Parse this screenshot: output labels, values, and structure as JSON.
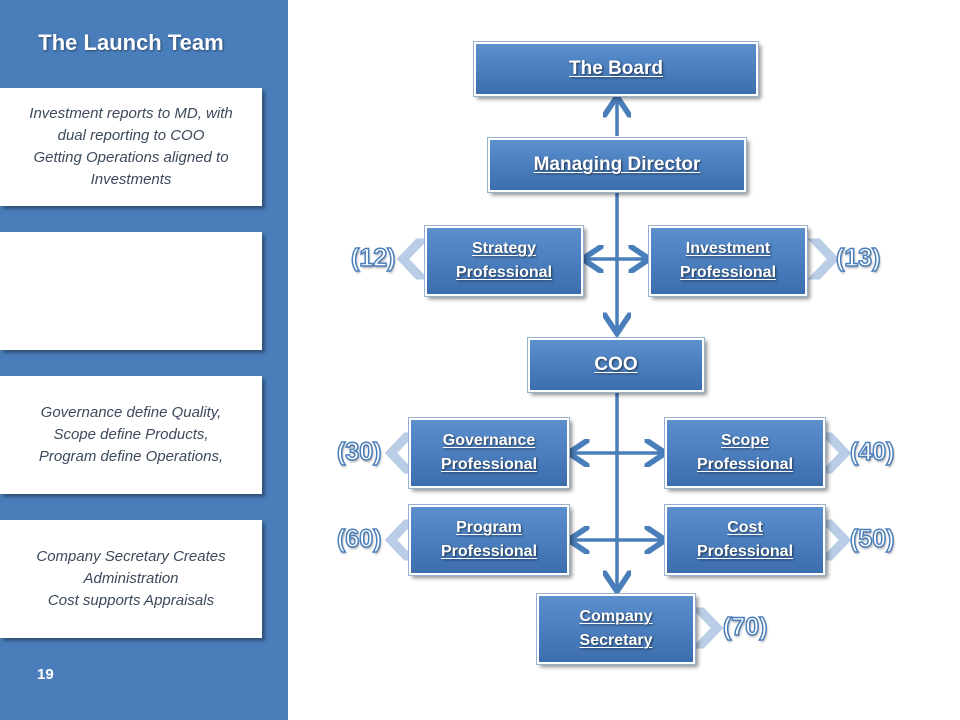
{
  "sidebar": {
    "title": "The Launch Team",
    "cards": [
      {
        "lines": [
          "Investment reports to MD, with",
          "dual reporting to COO",
          "Getting Operations aligned to",
          "Investments"
        ]
      },
      {
        "lines": []
      },
      {
        "lines": [
          "Governance define Quality,",
          "Scope define Products,",
          "Program define Operations,"
        ]
      },
      {
        "lines": [
          "Company Secretary Creates",
          "Administration",
          "Cost supports Appraisals"
        ]
      }
    ],
    "page_number": "19"
  },
  "org_chart": {
    "board": {
      "lines": [
        "The Board"
      ]
    },
    "managing_director": {
      "lines": [
        "Managing Director"
      ]
    },
    "strategy": {
      "lines": [
        "Strategy",
        "Professional"
      ],
      "count": "(12)"
    },
    "investment": {
      "lines": [
        "Investment",
        "Professional"
      ],
      "count": "(13)"
    },
    "coo": {
      "lines": [
        "COO"
      ]
    },
    "governance": {
      "lines": [
        "Governance",
        "Professional"
      ],
      "count": "(30)"
    },
    "scope": {
      "lines": [
        "Scope",
        "Professional"
      ],
      "count": "(40)"
    },
    "program": {
      "lines": [
        "Program",
        "Professional"
      ],
      "count": "(60)"
    },
    "cost": {
      "lines": [
        "Cost",
        "Professional"
      ],
      "count": "(50)"
    },
    "company_secretary": {
      "lines": [
        "Company",
        "Secretary"
      ],
      "count": "(70)"
    }
  },
  "colors": {
    "sidebar_bg": "#4a7ebb",
    "box_fill": "#4a7ebb",
    "arrow": "#4a7ebb",
    "chevron": "#b9cde6"
  }
}
